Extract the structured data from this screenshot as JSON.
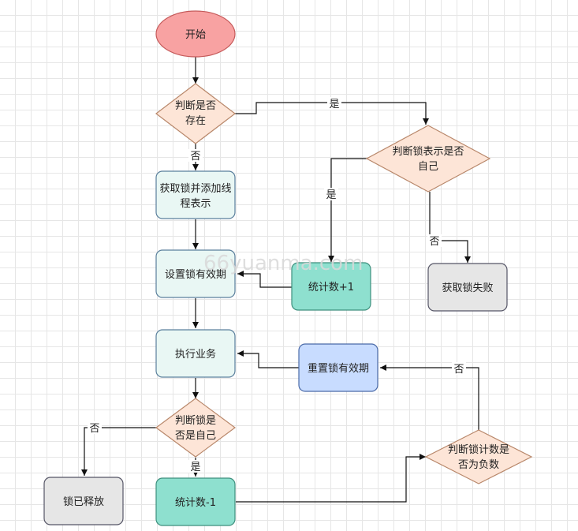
{
  "colors": {
    "start_fill": "#f8a2a2",
    "start_stroke": "#c55a5a",
    "decision_fill": "#fde5d7",
    "decision_stroke": "#b8876a",
    "process_fill": "#e9f7f4",
    "process_stroke": "#5a7f9c",
    "count_fill": "#8ee0cf",
    "count_stroke": "#3d8f7d",
    "reset_fill": "#c8dcff",
    "reset_stroke": "#4a6aa8",
    "end_fill": "#e6e6e6",
    "end_stroke": "#555566"
  },
  "nodes": {
    "start": {
      "line1": "开始"
    },
    "check_exists": {
      "line1": "判断是否",
      "line2": "存在"
    },
    "acquire_lock": {
      "line1": "获取锁并添加线",
      "line2": "程表示"
    },
    "check_is_self": {
      "line1": "判断锁表示是否",
      "line2": "自己"
    },
    "set_expiry": {
      "line1": "设置锁有效期"
    },
    "count_plus": {
      "line1": "统计数+1"
    },
    "acquire_fail": {
      "line1": "获取锁失败"
    },
    "execute": {
      "line1": "执行业务"
    },
    "reset_expiry": {
      "line1": "重置锁有效期"
    },
    "check_lock_self": {
      "line1": "判断锁是",
      "line2": "否是自己"
    },
    "check_negative": {
      "line1": "判断锁计数是",
      "line2": "否为负数"
    },
    "released": {
      "line1": "锁已释放"
    },
    "count_minus": {
      "line1": "统计数-1"
    }
  },
  "edge_labels": {
    "exists_yes": "是",
    "exists_no": "否",
    "self_yes": "是",
    "self_no": "否",
    "lock_self_no": "否",
    "lock_self_yes": "是",
    "negative_no": "否"
  },
  "watermark": "66yuanma.com"
}
